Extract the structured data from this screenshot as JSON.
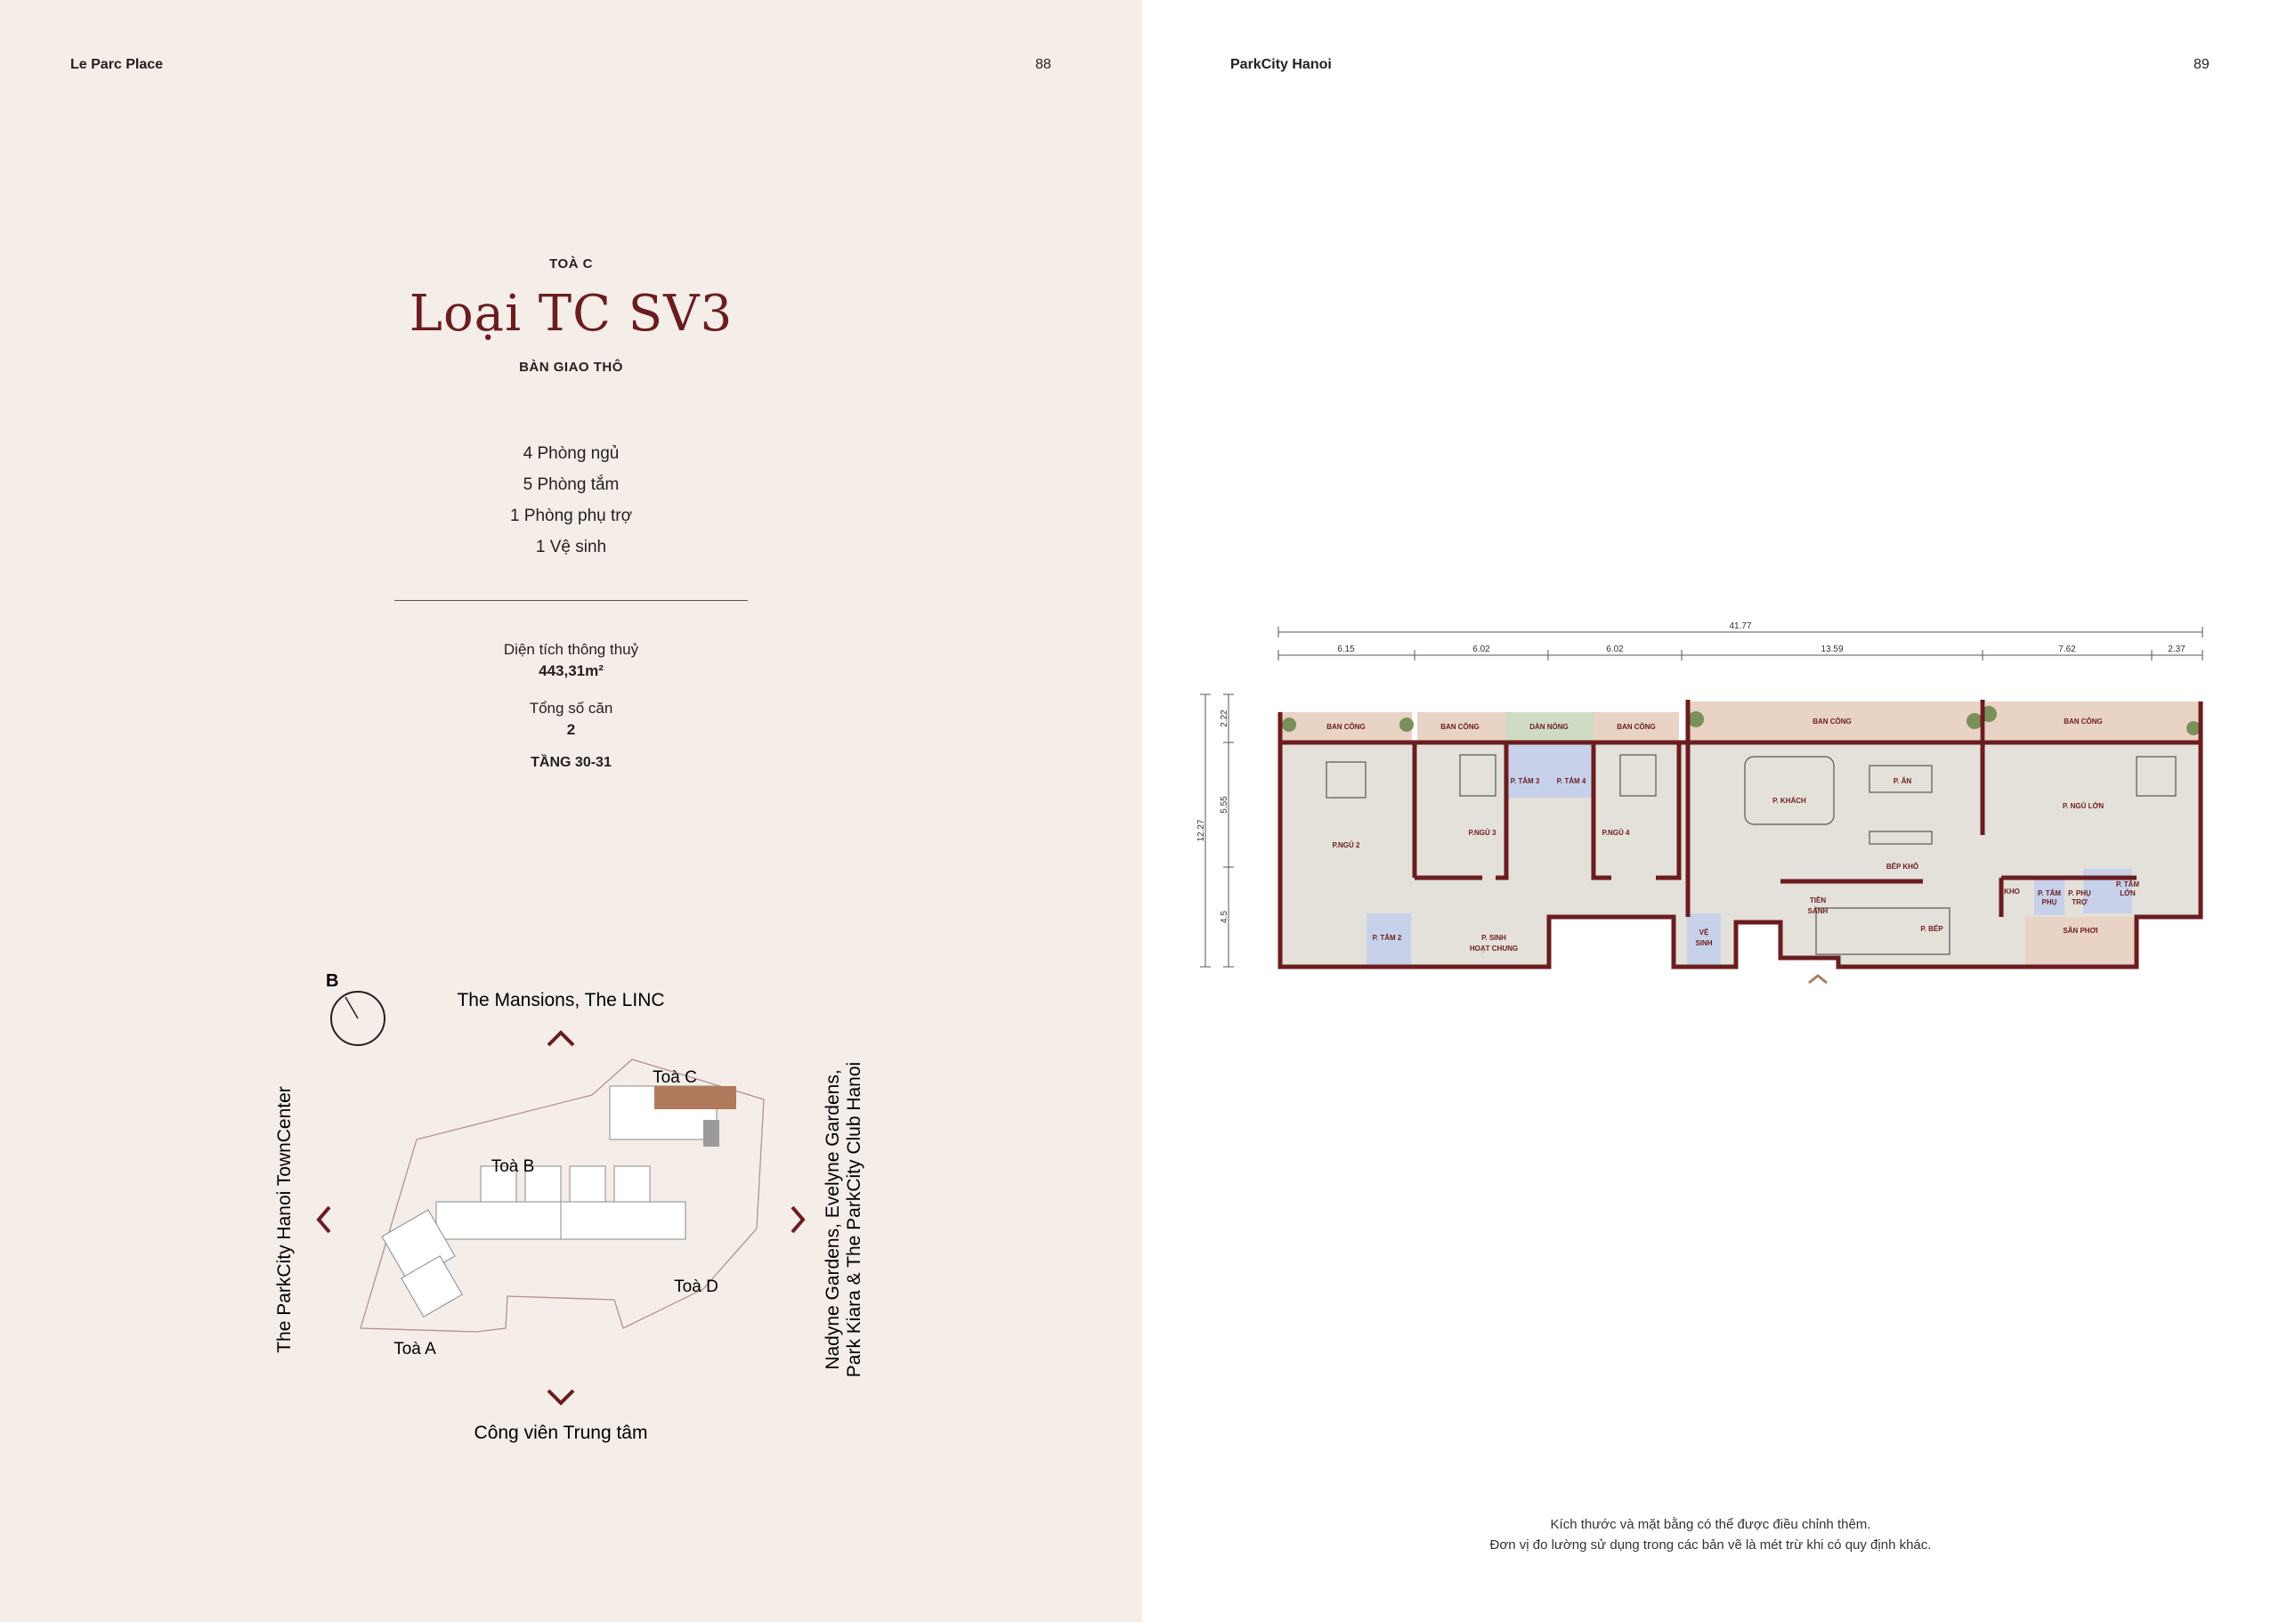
{
  "left": {
    "brand": "Le Parc Place",
    "page": "88",
    "building": "TOÀ C",
    "type_title": "Loại TC SV3",
    "handover": "BÀN GIAO THÔ",
    "features": [
      "4 Phòng ngủ",
      "5 Phòng tắm",
      "1 Phòng phụ trợ",
      "1 Vệ sinh"
    ],
    "area_label": "Diện tích thông thuỷ",
    "area_value": "443,31m²",
    "units_label": "Tổng số căn",
    "units_value": "2",
    "floors": "TẦNG 30-31"
  },
  "siteplan": {
    "north": "B",
    "top": "The Mansions, The LINC",
    "bottom": "Công viên Trung tâm",
    "left_side": "The ParkCity Hanoi TownCenter",
    "right_line1": "Nadyne Gardens, Evelyne Gardens,",
    "right_line2": "Park Kiara & The ParkCity Club Hanoi",
    "towers": {
      "a": "Toà A",
      "b": "Toà B",
      "c": "Toà C",
      "d": "Toà D"
    },
    "highlight_color": "#b07a5c"
  },
  "right": {
    "brand": "ParkCity Hanoi",
    "page": "89",
    "note1": "Kích thước và mặt bằng có thể được điều chỉnh thêm.",
    "note2": "Đơn vị đo lường sử dụng trong các bản vẽ là mét trừ khi có quy định khác."
  },
  "floorplan": {
    "total_width": "41.77",
    "segments": [
      "6.15",
      "6.02",
      "6.02",
      "13.59",
      "7.62",
      "2.37"
    ],
    "depth_total": "12.27",
    "depth_segments": [
      "2.22",
      "5.55",
      "4.5"
    ],
    "rooms": {
      "balcony1": "BAN CÔNG",
      "balcony2": "BAN CÔNG",
      "ac": "DÀN NÓNG",
      "balcony3": "BAN CÔNG",
      "balcony4": "BAN CÔNG",
      "balcony5": "BAN CÔNG",
      "bath3": "P. TẮM 3",
      "bath4": "P. TẮM 4",
      "bed2": "P.NGỦ 2",
      "bed3": "P.NGỦ 3",
      "bed4": "P.NGỦ 4",
      "living": "P. KHÁCH",
      "dining": "P. ĂN",
      "dry_kitchen": "BẾP KHÔ",
      "master": "P. NGỦ LỚN",
      "storage": "KHO",
      "bath_small1": "P. TẮM",
      "bath_small2": "PHỤ",
      "aux1": "P. PHỤ",
      "aux2": "TRỢ",
      "master_bath1": "P. TẮM",
      "master_bath2": "LỚN",
      "lobby1": "TIỀN",
      "lobby2": "SẢNH",
      "kitchen": "P. BẾP",
      "laundry": "SÂN PHƠI",
      "bath2": "P. TẮM 2",
      "common1": "P. SINH",
      "common2": "HOẠT CHUNG",
      "wc1": "VỆ",
      "wc2": "SINH"
    },
    "colors": {
      "wall": "#6b1c1f",
      "balcony": "#e8d3c4",
      "floor": "#e4e1da",
      "wet": "#c7d2ea",
      "ac": "#cfdcc4",
      "service": "#e8d3c4",
      "plant": "#7a8f5a"
    }
  }
}
